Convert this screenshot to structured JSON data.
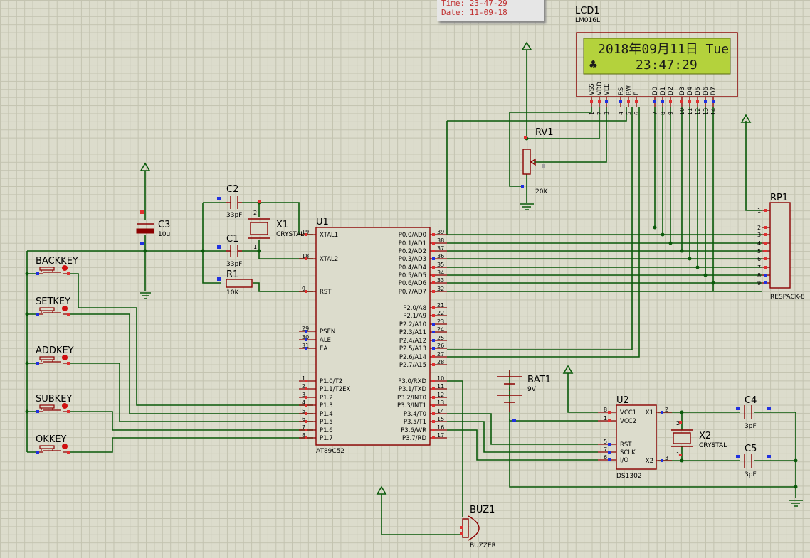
{
  "sim_popup": {
    "time_label": "Time:",
    "time_value": "23-47-29",
    "date_label": "Date:",
    "date_value": "11-09-18"
  },
  "lcd": {
    "ref": "LCD1",
    "model": "LM016L",
    "line1": "2018年09月11日 Tue",
    "line2": "♣     23:47:29",
    "pin_labels": [
      "VSS",
      "VDD",
      "VEE",
      "RS",
      "RW",
      "E",
      "D0",
      "D1",
      "D2",
      "D3",
      "D4",
      "D5",
      "D6",
      "D7"
    ],
    "pin_numbers": [
      "1",
      "2",
      "3",
      "4",
      "5",
      "6",
      "7",
      "8",
      "9",
      "10",
      "11",
      "12",
      "13",
      "14"
    ]
  },
  "rv1": {
    "ref": "RV1",
    "value": "20K"
  },
  "rp1": {
    "ref": "RP1",
    "value": "RESPACK-8",
    "pins": [
      "1",
      "2",
      "3",
      "4",
      "5",
      "6",
      "7",
      "8",
      "9"
    ]
  },
  "u1": {
    "ref": "U1",
    "model": "AT89C52",
    "left_pins": [
      {
        "num": "19",
        "name": "XTAL1"
      },
      {
        "num": "18",
        "name": "XTAL2"
      },
      {
        "num": "9",
        "name": "RST"
      },
      {
        "num": "29",
        "name": "PSEN"
      },
      {
        "num": "30",
        "name": "ALE"
      },
      {
        "num": "31",
        "name": "EA"
      },
      {
        "num": "1",
        "name": "P1.0/T2"
      },
      {
        "num": "2",
        "name": "P1.1/T2EX"
      },
      {
        "num": "3",
        "name": "P1.2"
      },
      {
        "num": "4",
        "name": "P1.3"
      },
      {
        "num": "5",
        "name": "P1.4"
      },
      {
        "num": "6",
        "name": "P1.5"
      },
      {
        "num": "7",
        "name": "P1.6"
      },
      {
        "num": "8",
        "name": "P1.7"
      }
    ],
    "right_pins": [
      {
        "num": "39",
        "name": "P0.0/AD0"
      },
      {
        "num": "38",
        "name": "P0.1/AD1"
      },
      {
        "num": "37",
        "name": "P0.2/AD2"
      },
      {
        "num": "36",
        "name": "P0.3/AD3"
      },
      {
        "num": "35",
        "name": "P0.4/AD4"
      },
      {
        "num": "34",
        "name": "P0.5/AD5"
      },
      {
        "num": "33",
        "name": "P0.6/AD6"
      },
      {
        "num": "32",
        "name": "P0.7/AD7"
      },
      {
        "num": "21",
        "name": "P2.0/A8"
      },
      {
        "num": "22",
        "name": "P2.1/A9"
      },
      {
        "num": "23",
        "name": "P2.2/A10"
      },
      {
        "num": "24",
        "name": "P2.3/A11"
      },
      {
        "num": "25",
        "name": "P2.4/A12"
      },
      {
        "num": "26",
        "name": "P2.5/A13"
      },
      {
        "num": "27",
        "name": "P2.6/A14"
      },
      {
        "num": "28",
        "name": "P2.7/A15"
      },
      {
        "num": "10",
        "name": "P3.0/RXD"
      },
      {
        "num": "11",
        "name": "P3.1/TXD"
      },
      {
        "num": "12",
        "name": "P3.2/INT0"
      },
      {
        "num": "13",
        "name": "P3.3/INT1"
      },
      {
        "num": "14",
        "name": "P3.4/T0"
      },
      {
        "num": "15",
        "name": "P3.5/T1"
      },
      {
        "num": "16",
        "name": "P3.6/WR"
      },
      {
        "num": "17",
        "name": "P3.7/RD"
      }
    ]
  },
  "c1": {
    "ref": "C1",
    "value": "33pF"
  },
  "c2": {
    "ref": "C2",
    "value": "33pF"
  },
  "c3": {
    "ref": "C3",
    "value": "10u"
  },
  "c4": {
    "ref": "C4",
    "value": "3pF"
  },
  "c5": {
    "ref": "C5",
    "value": "3pF"
  },
  "r1": {
    "ref": "R1",
    "value": "10K"
  },
  "x1": {
    "ref": "X1",
    "value": "CRYSTAL"
  },
  "x2": {
    "ref": "X2",
    "value": "CRYSTAL"
  },
  "bat1": {
    "ref": "BAT1",
    "value": "9V"
  },
  "buz1": {
    "ref": "BUZ1",
    "value": "BUZZER"
  },
  "u2": {
    "ref": "U2",
    "model": "DS1302",
    "left_pins": [
      {
        "num": "8",
        "name": "VCC1"
      },
      {
        "num": "1",
        "name": "VCC2"
      },
      {
        "num": "5",
        "name": "RST"
      },
      {
        "num": "7",
        "name": "SCLK"
      },
      {
        "num": "6",
        "name": "I/O"
      }
    ],
    "right_pins": [
      {
        "num": "2",
        "name": "X1"
      },
      {
        "num": "3",
        "name": "X2"
      }
    ]
  },
  "keys": [
    "BACKKEY",
    "SETKEY",
    "ADDKEY",
    "SUBKEY",
    "OKKEY"
  ],
  "crystal_pins": [
    "1",
    "2"
  ]
}
